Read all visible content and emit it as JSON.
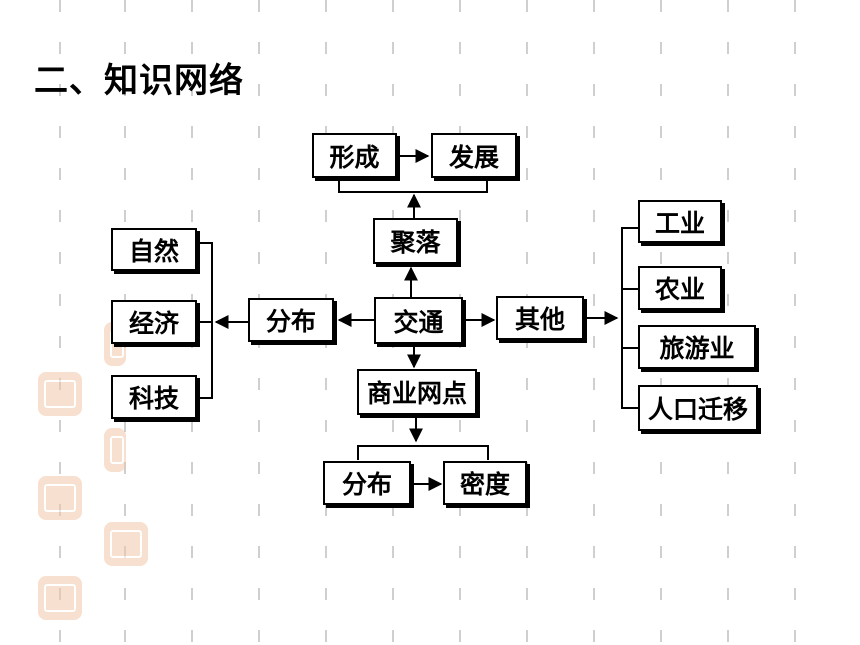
{
  "title": "二、知识网络",
  "nodes": {
    "formation": "形成",
    "development": "发展",
    "settlement": "聚落",
    "nature": "自然",
    "economy": "经济",
    "technology": "科技",
    "distribution_left": "分布",
    "transport": "交通",
    "others": "其他",
    "industry": "工业",
    "agriculture": "农业",
    "tourism": "旅游业",
    "migration": "人口迁移",
    "commercial_outlets": "商业网点",
    "distribution_bottom": "分布",
    "density": "密度"
  }
}
